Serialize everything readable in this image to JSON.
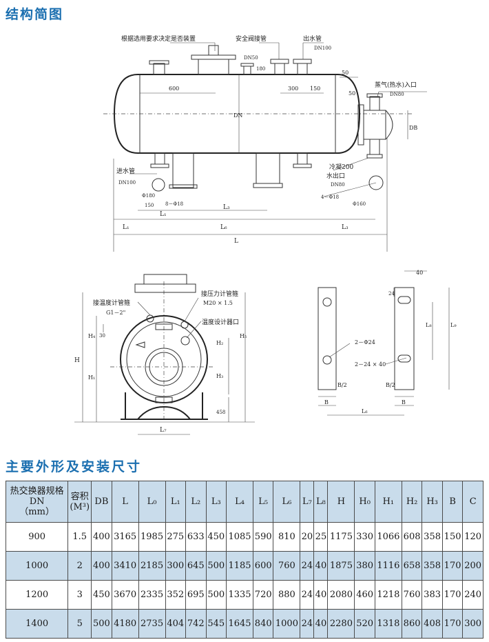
{
  "section_titles": {
    "structure": "结构简图",
    "dimensions": "主要外形及安装尺寸"
  },
  "drawing_labels": {
    "optional_device": "根据选用要求决定是否装置",
    "safety_valve_pipe": "安全阀接管",
    "water_outlet": "出水管",
    "dn100_outlet": "DN100",
    "dn50": "DN50",
    "dim_180": "180",
    "dim_600": "600",
    "dim_300": "300",
    "dim_150a": "150",
    "dim_50a": "50",
    "dim_50b": "50",
    "steam_inlet": "蒸气(热水)入口",
    "dn80_inlet": "DN80",
    "dn_label": "DN",
    "db_label": "DB",
    "water_inlet": "进水管",
    "dn100_inlet": "DN100",
    "condensate_200": "冷凝200",
    "condensate_outlet": "水出口",
    "dn80_outlet": "DN80",
    "phi180": "Φ180",
    "bolt_8": "8－Φ18",
    "dim_150b": "150",
    "bolt_4": "4－Φ18",
    "phi160": "Φ160",
    "l_a": "L₁",
    "l_b": "L₃",
    "l_c": "L₁",
    "l_d": "L₆",
    "l_e": "L₃",
    "l_total": "L",
    "temp_gauge": "接温度计管箍",
    "g_thread": "G1－2\"",
    "pressure_gauge": "接压力计管箍",
    "m20": "M20 × 1.5",
    "temp_setter": "温度设计器口",
    "h_label": "H",
    "h4": "H₄",
    "h1": "H₁",
    "h2": "H₂",
    "h3": "H₃",
    "h5": "H₅",
    "dim_30": "30",
    "dim_458": "458",
    "l7": "L₇",
    "dim_40": "40",
    "dim_24": "24",
    "hole_2phi24": "2－Φ24",
    "slot_2_24x40": "2－24 × 40",
    "b_half_1": "B/2",
    "b_half_2": "B/2",
    "b_1": "B",
    "b_2": "B",
    "l8_right": "L₈",
    "l8_bottom": "L₆",
    "l9": "L₉"
  },
  "table": {
    "header": [
      "热交换器规格\nDN\n（mm）",
      "容积\n(M³)",
      "DB",
      "L",
      "L₀",
      "L₁",
      "L₂",
      "L₃",
      "L₄",
      "L₅",
      "L₆",
      "L₇",
      "L₈",
      "H",
      "H₀",
      "H₁",
      "H₂",
      "H₃",
      "B",
      "C"
    ],
    "rows": [
      [
        "900",
        "1.5",
        "400",
        "3165",
        "1985",
        "275",
        "633",
        "450",
        "1085",
        "590",
        "810",
        "20",
        "25",
        "1175",
        "330",
        "1066",
        "608",
        "358",
        "150",
        "120"
      ],
      [
        "1000",
        "2",
        "400",
        "3410",
        "2185",
        "300",
        "645",
        "500",
        "1185",
        "600",
        "760",
        "24",
        "40",
        "1875",
        "380",
        "1116",
        "658",
        "358",
        "170",
        "200"
      ],
      [
        "1200",
        "3",
        "450",
        "3670",
        "2335",
        "352",
        "695",
        "500",
        "1335",
        "720",
        "880",
        "24",
        "40",
        "2080",
        "460",
        "1218",
        "760",
        "383",
        "170",
        "240"
      ],
      [
        "1400",
        "5",
        "500",
        "4180",
        "2735",
        "404",
        "742",
        "545",
        "1645",
        "840",
        "1000",
        "24",
        "40",
        "2280",
        "520",
        "1318",
        "860",
        "408",
        "170",
        "300"
      ]
    ]
  }
}
